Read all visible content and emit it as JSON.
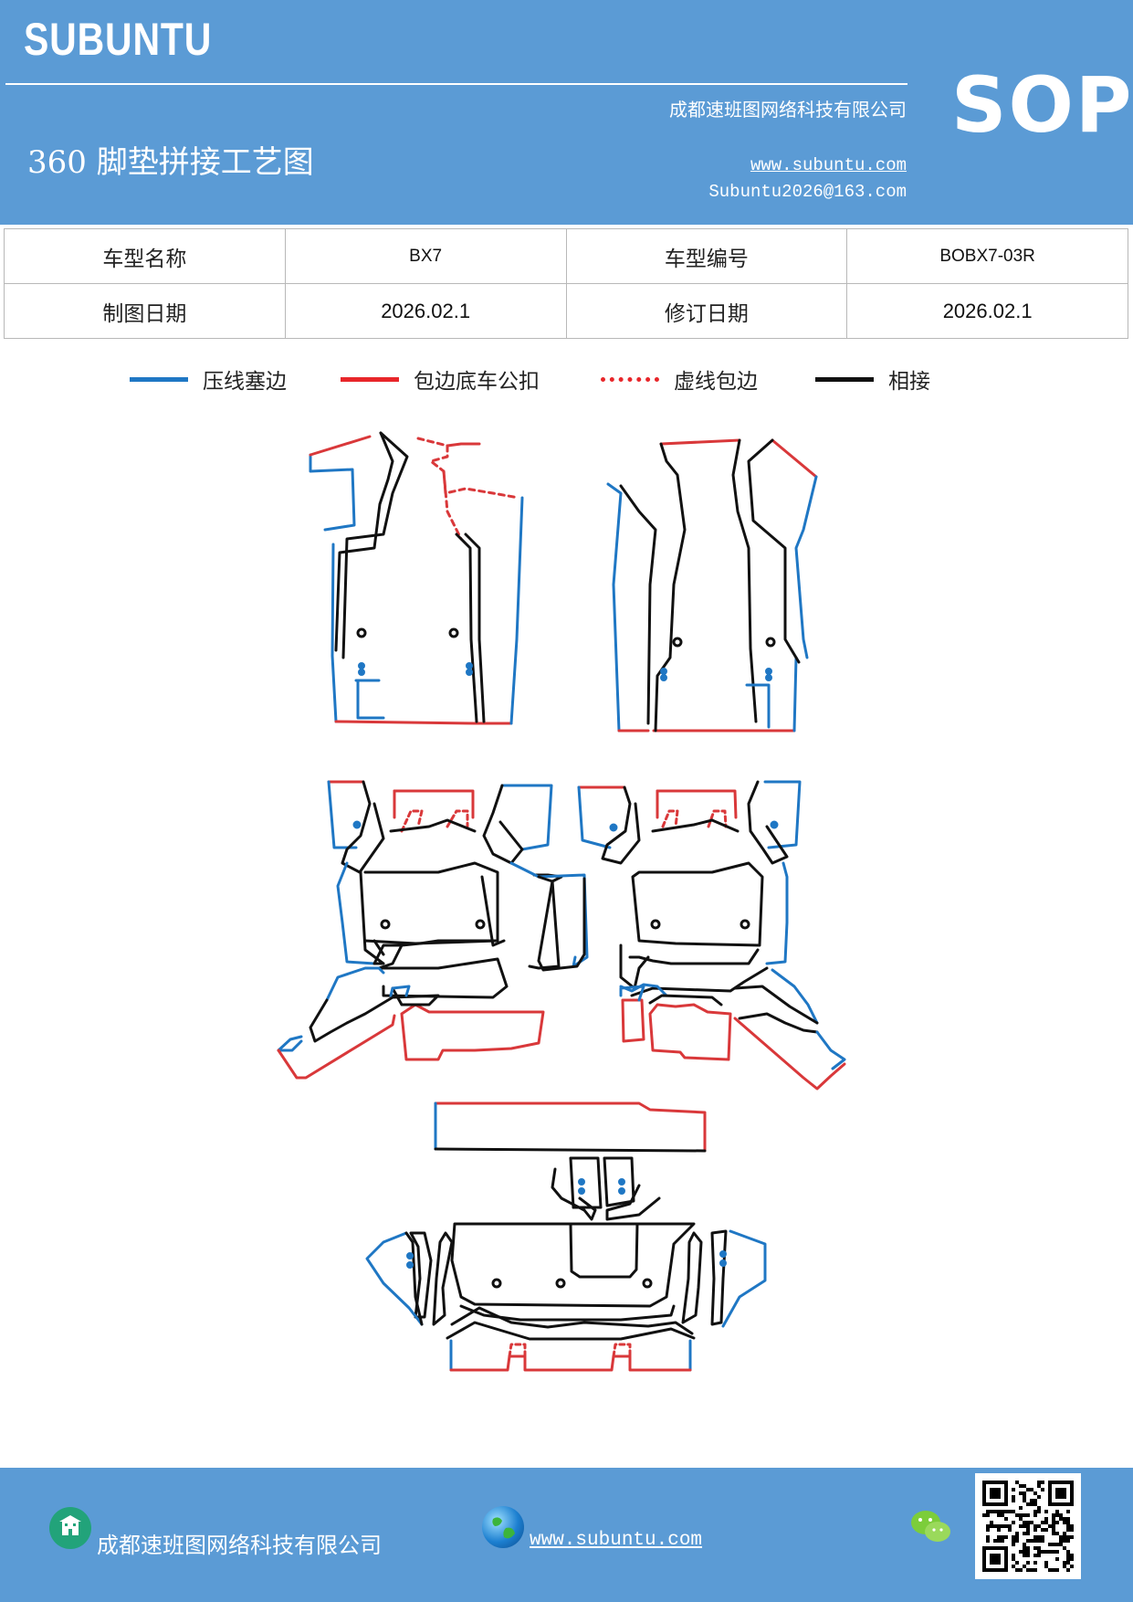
{
  "header": {
    "brand": "SUBUNTU",
    "company": "成都速班图网络科技有限公司",
    "title": "360 脚垫拼接工艺图",
    "website": "www.subuntu.com",
    "email": "Subuntu2026@163.com",
    "badge": "SOP"
  },
  "info": {
    "model_name_label": "车型名称",
    "model_name": "BX7",
    "model_code_label": "车型编号",
    "model_code": "BOBX7-03R",
    "draw_date_label": "制图日期",
    "draw_date": "2026.02.1",
    "revise_date_label": "修订日期",
    "revise_date": "2026.02.1"
  },
  "legend": [
    {
      "label": "压线塞边",
      "color": "#1f77c4",
      "style": "solid"
    },
    {
      "label": "包边底车公扣",
      "color": "#e8262a",
      "style": "solid"
    },
    {
      "label": "虚线包边",
      "color": "#e8262a",
      "style": "dotted"
    },
    {
      "label": "相接",
      "color": "#111111",
      "style": "solid"
    }
  ],
  "colors": {
    "header": "#5b9bd5",
    "blue": "#1f77c4",
    "red": "#d9383a",
    "black": "#111111"
  },
  "footer": {
    "company": "成都速班图网络科技有限公司",
    "website": "www.subuntu.com",
    "icons": [
      "building-icon",
      "globe-icon",
      "wechat-icon",
      "qr-code"
    ]
  }
}
